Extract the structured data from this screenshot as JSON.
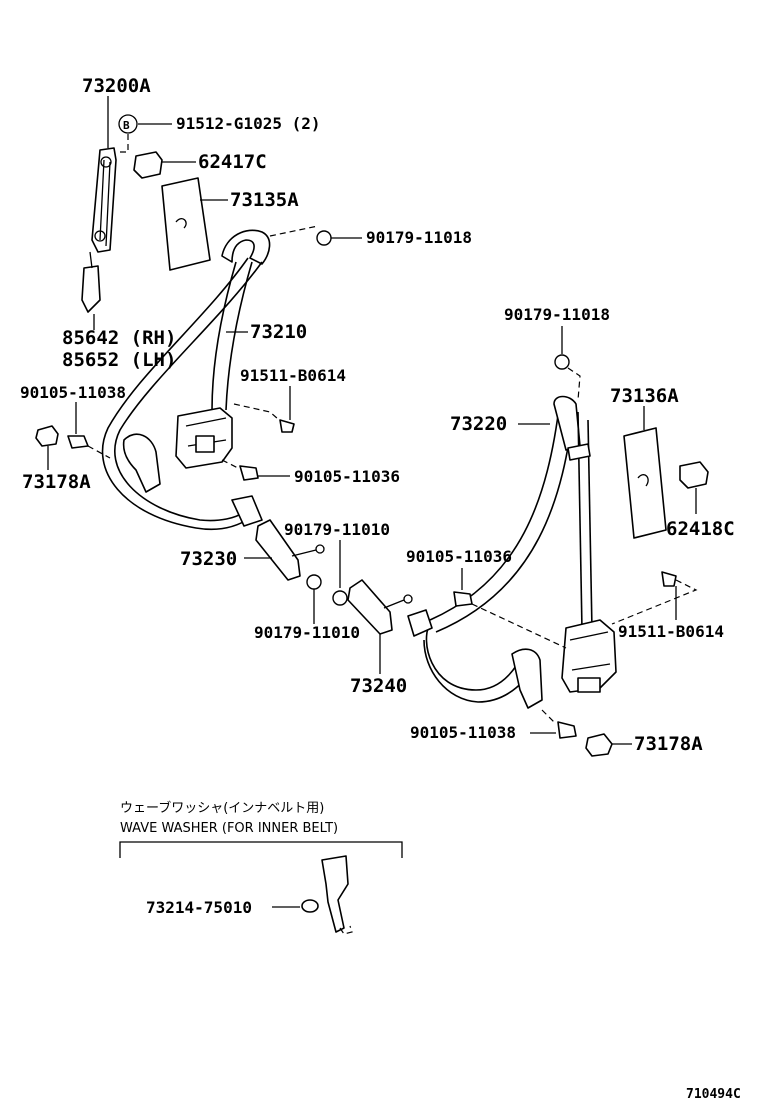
{
  "diagram": {
    "labels": {
      "p73200A": "73200A",
      "pB": "B",
      "p91512": "91512-G1025 (2)",
      "p62417C": "62417C",
      "p73135A": "73135A",
      "p90179a": "90179-11018",
      "p73210": "73210",
      "p85642": "85642 (RH)",
      "p85652": "85652 (LH)",
      "p90105a": "90105-11038",
      "p91511a": "91511-B0614",
      "p73178Aa": "73178A",
      "p90105b": "90105-11036",
      "p90179b": "90179-11018",
      "p73136A": "73136A",
      "p73220": "73220",
      "p62418C": "62418C",
      "p90179c": "90179-11010",
      "p73230": "73230",
      "p90105c": "90105-11036",
      "p91511b": "91511-B0614",
      "p90179d": "90179-11010",
      "p73240": "73240",
      "p90105d": "90105-11038",
      "p73178Ab": "73178A"
    },
    "inset": {
      "title_jp": "ウェーブワッシャ(インナベルト用)",
      "title_en": "WAVE WASHER (FOR INNER BELT)",
      "part": "73214-75010"
    },
    "figure_code": "710494C"
  }
}
